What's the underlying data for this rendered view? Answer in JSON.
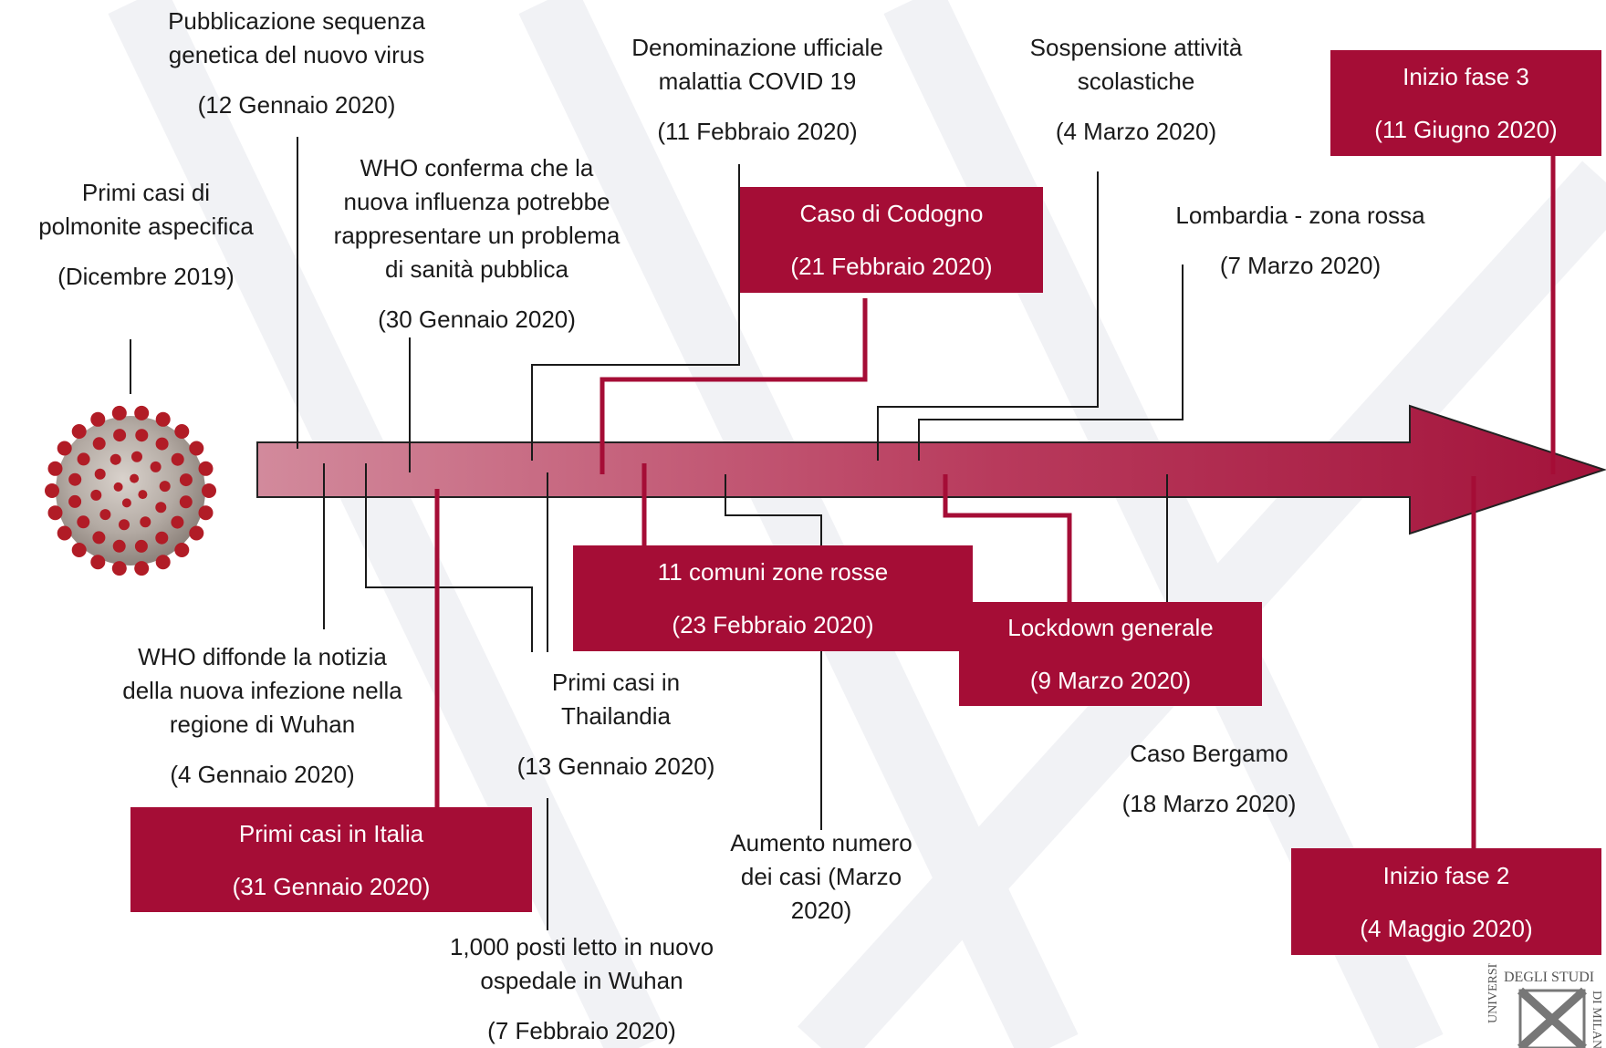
{
  "colors": {
    "accent": "#a50d36",
    "arrow_light": "#d28a9c",
    "arrow_dark": "#a3133b",
    "line": "#1a1a1a"
  },
  "icons": {
    "virus": "coronavirus-icon",
    "logo": "university-seal-icon"
  },
  "events": [
    {
      "title": "Primi casi di\npolmonite aspecifica",
      "date": "(Dicembre 2019)"
    },
    {
      "title": "Pubblicazione sequenza\ngenetica del nuovo virus",
      "date": "(12 Gennaio 2020)"
    },
    {
      "title": "WHO conferma che la\nnuova influenza potrebbe\nrappresentare un problema\ndi sanità pubblica",
      "date": "(30 Gennaio 2020)"
    },
    {
      "title": "Denominazione ufficiale\nmalattia COVID 19",
      "date": "(11 Febbraio 2020)"
    },
    {
      "title": "Sospensione attività\nscolastiche",
      "date": "(4 Marzo 2020)"
    },
    {
      "title": "Lombardia - zona rossa",
      "date": "(7 Marzo 2020)"
    },
    {
      "title": "WHO diffonde la notizia\ndella nuova infezione nella\nregione di Wuhan",
      "date": "(4 Gennaio 2020)"
    },
    {
      "title": "Primi casi in\nThailandia",
      "date": "(13 Gennaio 2020)"
    },
    {
      "title": "1,000 posti letto in nuovo\nospedale in Wuhan",
      "date": "(7 Febbraio 2020)"
    },
    {
      "title": "Aumento numero\ndei casi  (Marzo\n2020)",
      "date": ""
    },
    {
      "title": "Caso Bergamo",
      "date": "(18 Marzo 2020)"
    }
  ],
  "highlights": [
    {
      "title": "Caso di Codogno",
      "date": "(21 Febbraio 2020)"
    },
    {
      "title": "Inizio fase 3",
      "date": "(11 Giugno 2020)"
    },
    {
      "title": "11 comuni zone rosse",
      "date": "(23 Febbraio 2020)"
    },
    {
      "title": "Lockdown generale",
      "date": "(9 Marzo 2020)"
    },
    {
      "title": "Primi casi in Italia",
      "date": "(31 Gennaio 2020)"
    },
    {
      "title": "Inizio fase 2",
      "date": "(4 Maggio 2020)"
    }
  ]
}
